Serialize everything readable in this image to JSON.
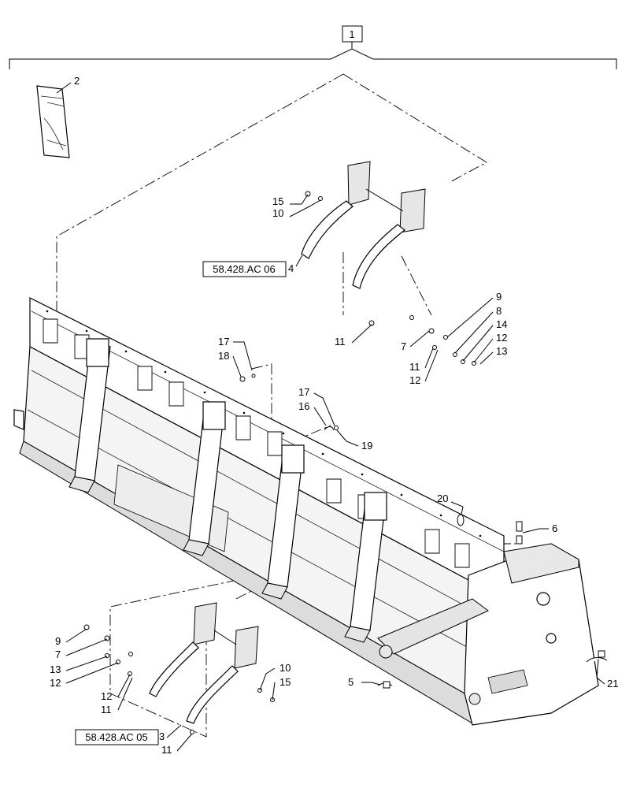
{
  "assembly": {
    "label": "1"
  },
  "references": [
    {
      "id": "ref-top",
      "text": "58.428.AC 06"
    },
    {
      "id": "ref-bottom",
      "text": "58.428.AC 05"
    }
  ],
  "callouts": {
    "c2": "2",
    "c15a": "15",
    "c10a": "10",
    "c4": "4",
    "c11a": "11",
    "c9a": "9",
    "c8": "8",
    "c14": "14",
    "c7a": "7",
    "c12a": "12",
    "c13a": "13",
    "c11b": "11",
    "c12b": "12",
    "c17a": "17",
    "c18": "18",
    "c17b": "17",
    "c16": "16",
    "c19": "19",
    "c20": "20",
    "c6": "6",
    "c21": "21",
    "c5": "5",
    "c9b": "9",
    "c7b": "7",
    "c13b": "13",
    "c12c": "12",
    "c12d": "12",
    "c11c": "11",
    "c10b": "10",
    "c15b": "15",
    "c3": "3",
    "c11d": "11"
  }
}
